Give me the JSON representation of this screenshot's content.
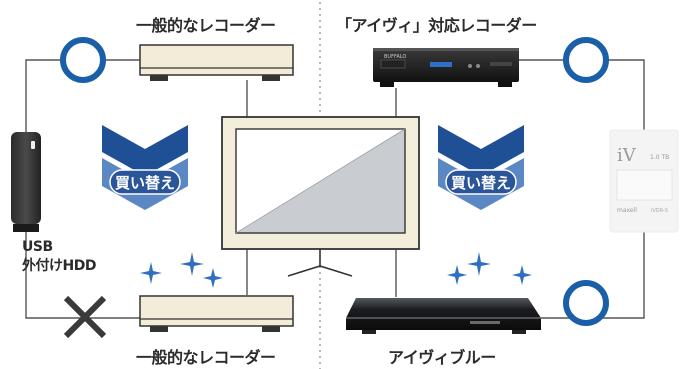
{
  "labels": {
    "top_left": "一般的なレコーダー",
    "top_right": "「アイヴィ」対応レコーダー",
    "bottom_left": "一般的なレコーダー",
    "bottom_right": "アイヴィブルー",
    "usb_line1": "USB",
    "usb_line2": "外付けHDD"
  },
  "badges": {
    "left": "買い替え",
    "right": "買い替え"
  },
  "device_text": {
    "ivdr_logo": "iV",
    "ivdr_capacity": "1.0 TB",
    "ivdr_brand": "maxell",
    "ivdr_sub": "iVDR-S",
    "recorder_brand": "BUFFALO"
  },
  "colors": {
    "circle": "#1a5fa8",
    "chevron_top": "#1f4f95",
    "chevron_bottom": "#5b87c5",
    "badge_bg": "#2a5598",
    "cross": "#3a3a3a",
    "line": "#555555",
    "sparkle": "#2f6fc0"
  },
  "marks": {
    "compatible": "circle",
    "incompatible": "cross"
  }
}
